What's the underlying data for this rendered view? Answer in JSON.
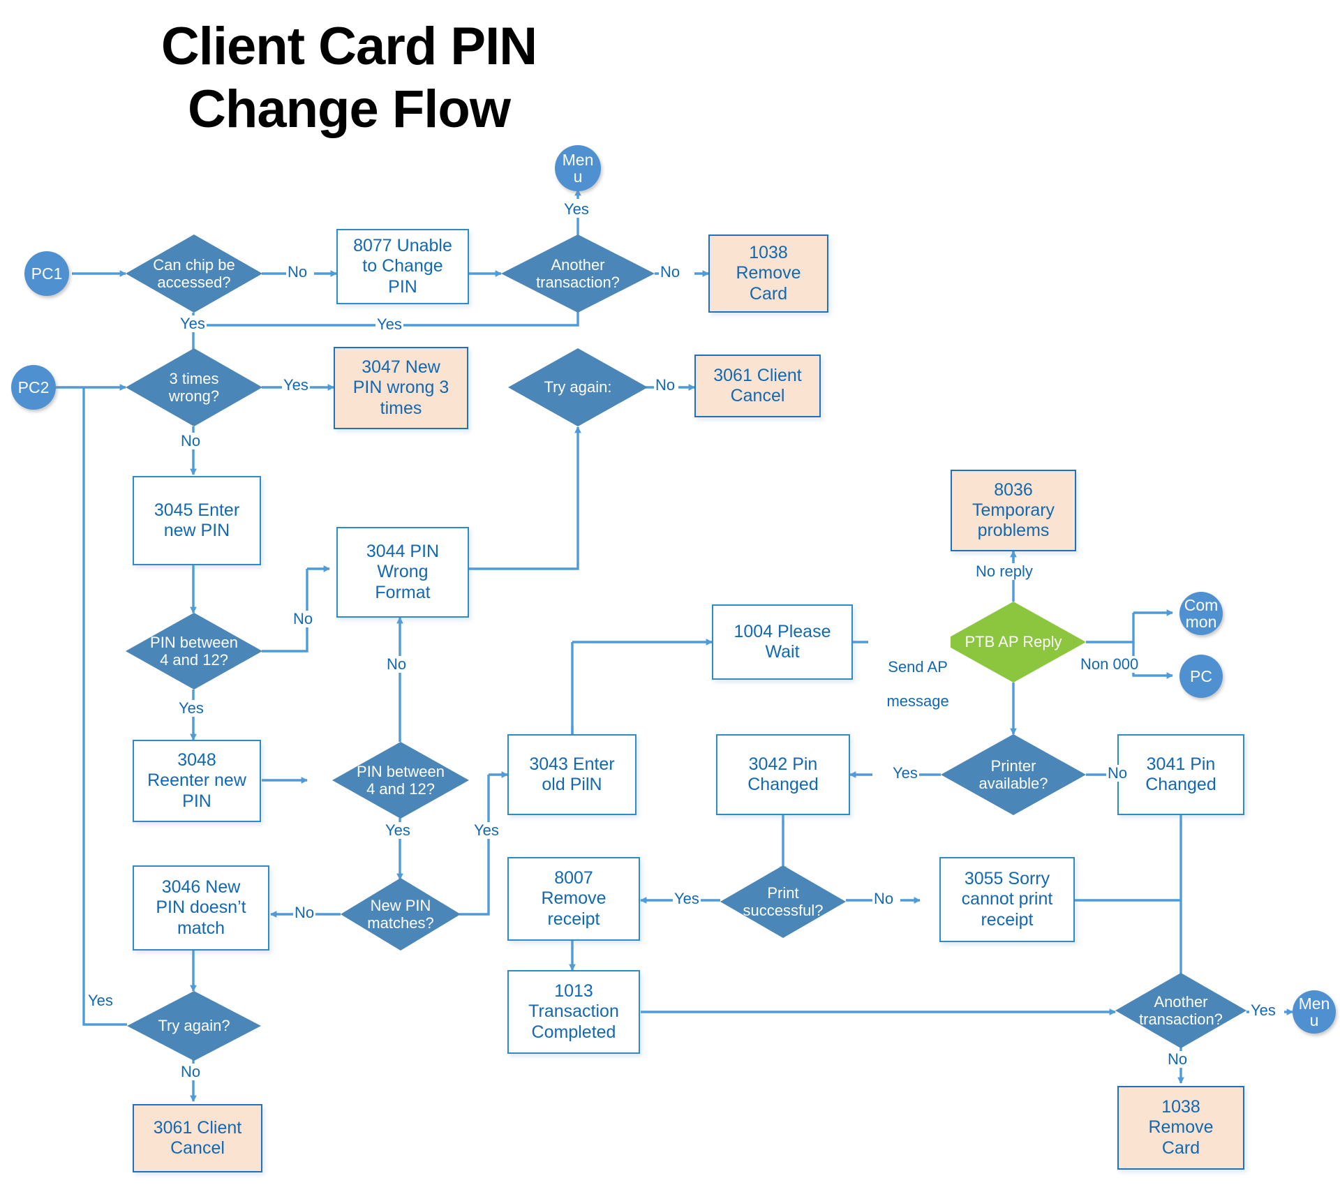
{
  "diagram": {
    "title": "Client Card PIN Change Flow",
    "colors": {
      "process_fill": "#ffffff",
      "process_border": "#2E8BC9",
      "process_text": "#1268B3",
      "terminator_fill": "#FAE3D0",
      "decision_fill": "#4A87B8",
      "decision_alt_fill": "#8CC63E",
      "connector_fill": "#4F91D0",
      "line": "#4F9BD9"
    },
    "nodes": [
      {
        "id": "pc1",
        "type": "connector",
        "label": "PC1"
      },
      {
        "id": "chip",
        "type": "decision",
        "label": "Can chip be accessed?"
      },
      {
        "id": "n8077",
        "type": "process",
        "label": "8077 Unable to Change PIN"
      },
      {
        "id": "menu_top",
        "type": "connector",
        "label": "Men u"
      },
      {
        "id": "another_top",
        "type": "decision",
        "label": "Another transaction?"
      },
      {
        "id": "n1038_top",
        "type": "terminator",
        "label": "1038 Remove Card"
      },
      {
        "id": "pc2",
        "type": "connector",
        "label": "PC2"
      },
      {
        "id": "threetimes",
        "type": "decision",
        "label": "3 times wrong?"
      },
      {
        "id": "n3047",
        "type": "terminator",
        "label": "3047 New PIN wrong 3 times"
      },
      {
        "id": "tryagain_top",
        "type": "decision",
        "label": "Try again:"
      },
      {
        "id": "n3061_top",
        "type": "terminator",
        "label": "3061 Client Cancel"
      },
      {
        "id": "n3045",
        "type": "process",
        "label": "3045 Enter new PIN"
      },
      {
        "id": "n3044",
        "type": "process",
        "label": "3044 PIN Wrong Format"
      },
      {
        "id": "pinbetween1",
        "type": "decision",
        "label": "PIN between 4 and 12?"
      },
      {
        "id": "n3048",
        "type": "process",
        "label": "3048 Reenter new PIN"
      },
      {
        "id": "pinbetween2",
        "type": "decision",
        "label": "PIN between 4 and 12?"
      },
      {
        "id": "n3046",
        "type": "process",
        "label": "3046 New PIN doesn’t match"
      },
      {
        "id": "newpinmatch",
        "type": "decision",
        "label": "New PIN matches?"
      },
      {
        "id": "tryagain_bot",
        "type": "decision",
        "label": "Try again?"
      },
      {
        "id": "n3061_bot",
        "type": "terminator",
        "label": "3061 Client Cancel"
      },
      {
        "id": "n3043",
        "type": "process",
        "label": "3043 Enter old PilN"
      },
      {
        "id": "n1004",
        "type": "process",
        "label": "1004 Please Wait"
      },
      {
        "id": "n8036",
        "type": "terminator",
        "label": "8036 Temporary problems"
      },
      {
        "id": "ptb",
        "type": "decision_alt",
        "label": "PTB AP Reply"
      },
      {
        "id": "common",
        "type": "connector",
        "label": "Com mon"
      },
      {
        "id": "pc",
        "type": "connector",
        "label": "PC"
      },
      {
        "id": "printer",
        "type": "decision",
        "label": "Printer available?"
      },
      {
        "id": "n3042",
        "type": "process",
        "label": "3042 Pin Changed"
      },
      {
        "id": "n3041",
        "type": "process",
        "label": "3041 Pin Changed"
      },
      {
        "id": "printok",
        "type": "decision",
        "label": "Print successful?"
      },
      {
        "id": "n8007",
        "type": "process",
        "label": "8007 Remove receipt"
      },
      {
        "id": "n3055",
        "type": "process",
        "label": "3055 Sorry cannot print receipt"
      },
      {
        "id": "n1013",
        "type": "process",
        "label": "1013 Transaction Completed"
      },
      {
        "id": "another_bot",
        "type": "decision",
        "label": "Another transaction?"
      },
      {
        "id": "menu_bot",
        "type": "connector",
        "label": "Men u"
      },
      {
        "id": "n1038_bot",
        "type": "terminator",
        "label": "1038 Remove Card"
      }
    ],
    "node_text": {
      "pc1": "PC1",
      "chip_l1": "Can chip be",
      "chip_l2": "accessed?",
      "n8077_l1": "8077 Unable",
      "n8077_l2": "to Change",
      "n8077_l3": "PIN",
      "menu_top_l1": "Men",
      "menu_top_l2": "u",
      "another_top_l1": "Another",
      "another_top_l2": "transaction?",
      "n1038_top_l1": "1038",
      "n1038_top_l2": "Remove",
      "n1038_top_l3": "Card",
      "pc2": "PC2",
      "threetimes_l1": "3 times",
      "threetimes_l2": "wrong?",
      "n3047_l1": "3047 New",
      "n3047_l2": "PIN wrong 3",
      "n3047_l3": "times",
      "tryagain_top": "Try again:",
      "n3061_top_l1": "3061 Client",
      "n3061_top_l2": "Cancel",
      "n3045_l1": "3045 Enter",
      "n3045_l2": "new PIN",
      "n3044_l1": "3044 PIN",
      "n3044_l2": "Wrong",
      "n3044_l3": "Format",
      "pinbetween1_l1": "PIN between",
      "pinbetween1_l2": "4 and 12?",
      "n3048_l1": "3048",
      "n3048_l2": "Reenter new",
      "n3048_l3": "PIN",
      "pinbetween2_l1": "PIN between",
      "pinbetween2_l2": "4 and 12?",
      "n3046_l1": "3046 New",
      "n3046_l2": "PIN doesn’t",
      "n3046_l3": "match",
      "newpinmatch_l1": "New PIN",
      "newpinmatch_l2": "matches?",
      "tryagain_bot": "Try again?",
      "n3061_bot_l1": "3061 Client",
      "n3061_bot_l2": "Cancel",
      "n3043_l1": "3043 Enter",
      "n3043_l2": "old PilN",
      "n1004_l1": "1004 Please",
      "n1004_l2": "Wait",
      "n8036_l1": "8036",
      "n8036_l2": "Temporary",
      "n8036_l3": "problems",
      "ptb": "PTB AP Reply",
      "common_l1": "Com",
      "common_l2": "mon",
      "pc": "PC",
      "printer_l1": "Printer",
      "printer_l2": "available?",
      "n3042_l1": "3042 Pin",
      "n3042_l2": "Changed",
      "n3041_l1": "3041 Pin",
      "n3041_l2": "Changed",
      "printok_l1": "Print",
      "printok_l2": "successful?",
      "n8007_l1": "8007",
      "n8007_l2": "Remove",
      "n8007_l3": "receipt",
      "n3055_l1": "3055 Sorry",
      "n3055_l2": "cannot print",
      "n3055_l3": "receipt",
      "n1013_l1": "1013",
      "n1013_l2": "Transaction",
      "n1013_l3": "Completed",
      "another_bot_l1": "Another",
      "another_bot_l2": "transaction?",
      "menu_bot_l1": "Men",
      "menu_bot_l2": "u",
      "n1038_bot_l1": "1038",
      "n1038_bot_l2": "Remove",
      "n1038_bot_l3": "Card"
    },
    "edge_labels": {
      "chip_no": "No",
      "chip_yes": "Yes",
      "another_top_yes": "Yes",
      "another_top_no": "No",
      "n8077_yes": "Yes",
      "threetimes_yes": "Yes",
      "threetimes_no": "No",
      "tryagain_top_no": "No",
      "pinbetween1_no": "No",
      "pinbetween1_yes": "Yes",
      "pinbetween2_no": "No",
      "pinbetween2_yes": "Yes",
      "newpinmatch_no": "No",
      "newpinmatch_yes": "Yes",
      "tryagain_bot_yes": "Yes",
      "tryagain_bot_no": "No",
      "send_ap": "Send AP message",
      "no_reply": "No reply",
      "non_000": "Non 000",
      "printer_yes": "Yes",
      "printer_no": "No",
      "printok_yes": "Yes",
      "printok_no": "No",
      "another_bot_yes": "Yes",
      "another_bot_no": "No"
    }
  }
}
